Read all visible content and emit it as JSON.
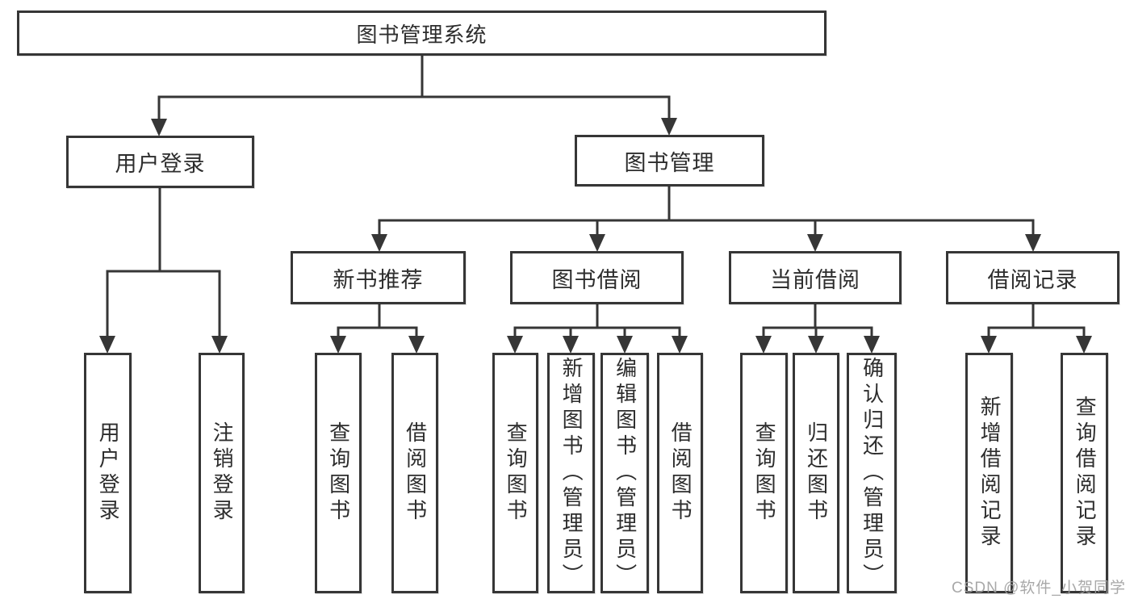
{
  "tree": {
    "label": "图书管理系统",
    "children": [
      {
        "label": "用户登录",
        "children": [
          {
            "label": "用户登录"
          },
          {
            "label": "注销登录"
          }
        ]
      },
      {
        "label": "图书管理",
        "children": [
          {
            "label": "新书推荐",
            "children": [
              {
                "label": "查询图书"
              },
              {
                "label": "借阅图书"
              }
            ]
          },
          {
            "label": "图书借阅",
            "children": [
              {
                "label": "查询图书"
              },
              {
                "label": "新增图书（管理员）"
              },
              {
                "label": "编辑图书（管理员）"
              },
              {
                "label": "借阅图书"
              }
            ]
          },
          {
            "label": "当前借阅",
            "children": [
              {
                "label": "查询图书"
              },
              {
                "label": "归还图书"
              },
              {
                "label": "确认归还（管理员）"
              }
            ]
          },
          {
            "label": "借阅记录",
            "children": [
              {
                "label": "新增借阅记录"
              },
              {
                "label": "查询借阅记录"
              }
            ]
          }
        ]
      }
    ]
  },
  "watermark": {
    "text": "CSDN @软件_小贺同学"
  },
  "colors": {
    "line": "#363636",
    "text": "#2d2d2d",
    "watermark": "#9e9e9e",
    "background": "#ffffff"
  }
}
